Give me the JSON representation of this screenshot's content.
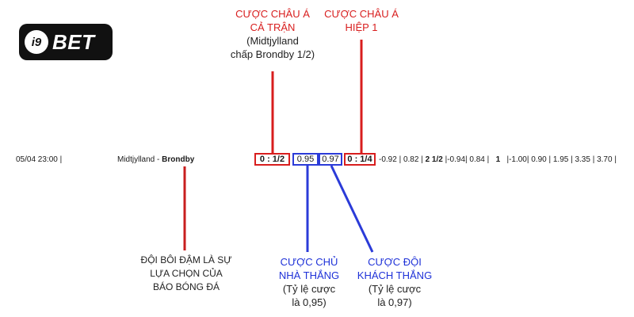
{
  "logo": {
    "mark": "i9",
    "word": "BET"
  },
  "row": {
    "datetime": "05/04 23:00",
    "home_team": "Midtjylland",
    "separator": " - ",
    "away_team": "Brondby",
    "handicap_full": "0 : 1/2",
    "home_odds": "0.95",
    "away_odds": "0.97",
    "handicap_half": "0 : 1/4",
    "rest_odds_1": "-0.92 | 0.82 |",
    "over_under": "2 1/2",
    "rest_odds_2": "|-0.94| 0.84 |",
    "one": "1",
    "rest_odds_3": "|-1.00| 0.90 | 1.95 | 3.35 | 3.70 |"
  },
  "annotations": {
    "full_match": {
      "title1": "CƯỢC CHÂU Á",
      "title2": "CẢ TRẬN",
      "desc1": "(Midtjylland",
      "desc2": "chấp Brondby 1/2)"
    },
    "first_half": {
      "title1": "CƯỢC CHÂU Á",
      "title2": "HIỆP 1"
    },
    "bold_team": {
      "line1": "ĐỘI BÔI ĐẬM  LÀ SỰ",
      "line2": "LỰA CHỌN CỦA",
      "line3": "BÁO BÓNG ĐÁ"
    },
    "home_win": {
      "title1": "CƯỢC CHỦ",
      "title2": "NHÀ THẮNG",
      "desc1": "(Tỷ lệ cược",
      "desc2": "là 0,95)"
    },
    "away_win": {
      "title1": "CƯỢC ĐỘI",
      "title2": "KHÁCH THẮNG",
      "desc1": "(Tỷ lệ cược",
      "desc2": "là 0,97)"
    }
  },
  "colors": {
    "red": "#d81e1e",
    "blue": "#1f32d8",
    "logo_bg": "#111111"
  }
}
